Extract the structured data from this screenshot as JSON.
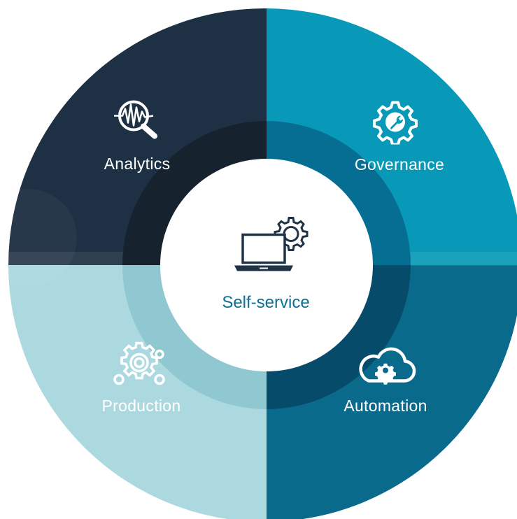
{
  "center": {
    "label": "Self-service",
    "icon": "laptop-gear-icon",
    "text_color": "#0e6f95"
  },
  "segments": [
    {
      "label": "Analytics",
      "icon": "waveform-magnifier-icon",
      "color": "#203246"
    },
    {
      "label": "Governance",
      "icon": "gear-wrench-icon",
      "color": "#0799b7"
    },
    {
      "label": "Automation",
      "icon": "cloud-gear-icon",
      "color": "#0a6a8c"
    },
    {
      "label": "Production",
      "icon": "gear-network-icon",
      "color": "#abd9df"
    }
  ]
}
